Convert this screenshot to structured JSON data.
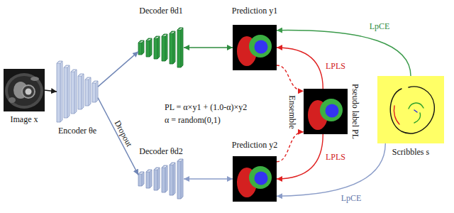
{
  "diagram": {
    "nodes": [
      {
        "text": [
          "Image x"
        ]
      },
      {
        "text": [
          "Encoder θe"
        ]
      },
      {
        "text": [
          "Decoder θd1"
        ]
      },
      {
        "text": [
          "Decoder θd2"
        ]
      },
      {
        "text": [
          "Prediction y1"
        ]
      },
      {
        "text": [
          "Prediction y2"
        ]
      },
      {
        "text": [
          "Pseudo label PL"
        ]
      },
      {
        "text": [
          "Scribbles s"
        ]
      }
    ],
    "edges": [
      {
        "from": 0,
        "to": 1,
        "arrow": "to"
      },
      {
        "from": 1,
        "to": 2,
        "arrow": "to"
      },
      {
        "from": 1,
        "to": 3,
        "label": "Dropout",
        "arrow": "to"
      },
      {
        "from": 2,
        "to": 4,
        "arrow": "both"
      },
      {
        "from": 3,
        "to": 5,
        "arrow": "both"
      },
      {
        "from": 4,
        "to": 6,
        "arrow": "to"
      },
      {
        "from": 5,
        "to": 6,
        "arrow": "to"
      },
      {
        "from": 6,
        "to": 4,
        "label": "LPLS",
        "arrow": "to"
      },
      {
        "from": 6,
        "to": 5,
        "label": "LPLS",
        "arrow": "to"
      },
      {
        "from": 7,
        "to": 4,
        "label": "LpCE",
        "arrow": "to"
      },
      {
        "from": 7,
        "to": 5,
        "label": "LpCE",
        "arrow": "to"
      }
    ],
    "labels": [
      "Ensemble",
      "PL = α×y1 + (1.0-α)×y2",
      "α = random(0,1)"
    ]
  }
}
